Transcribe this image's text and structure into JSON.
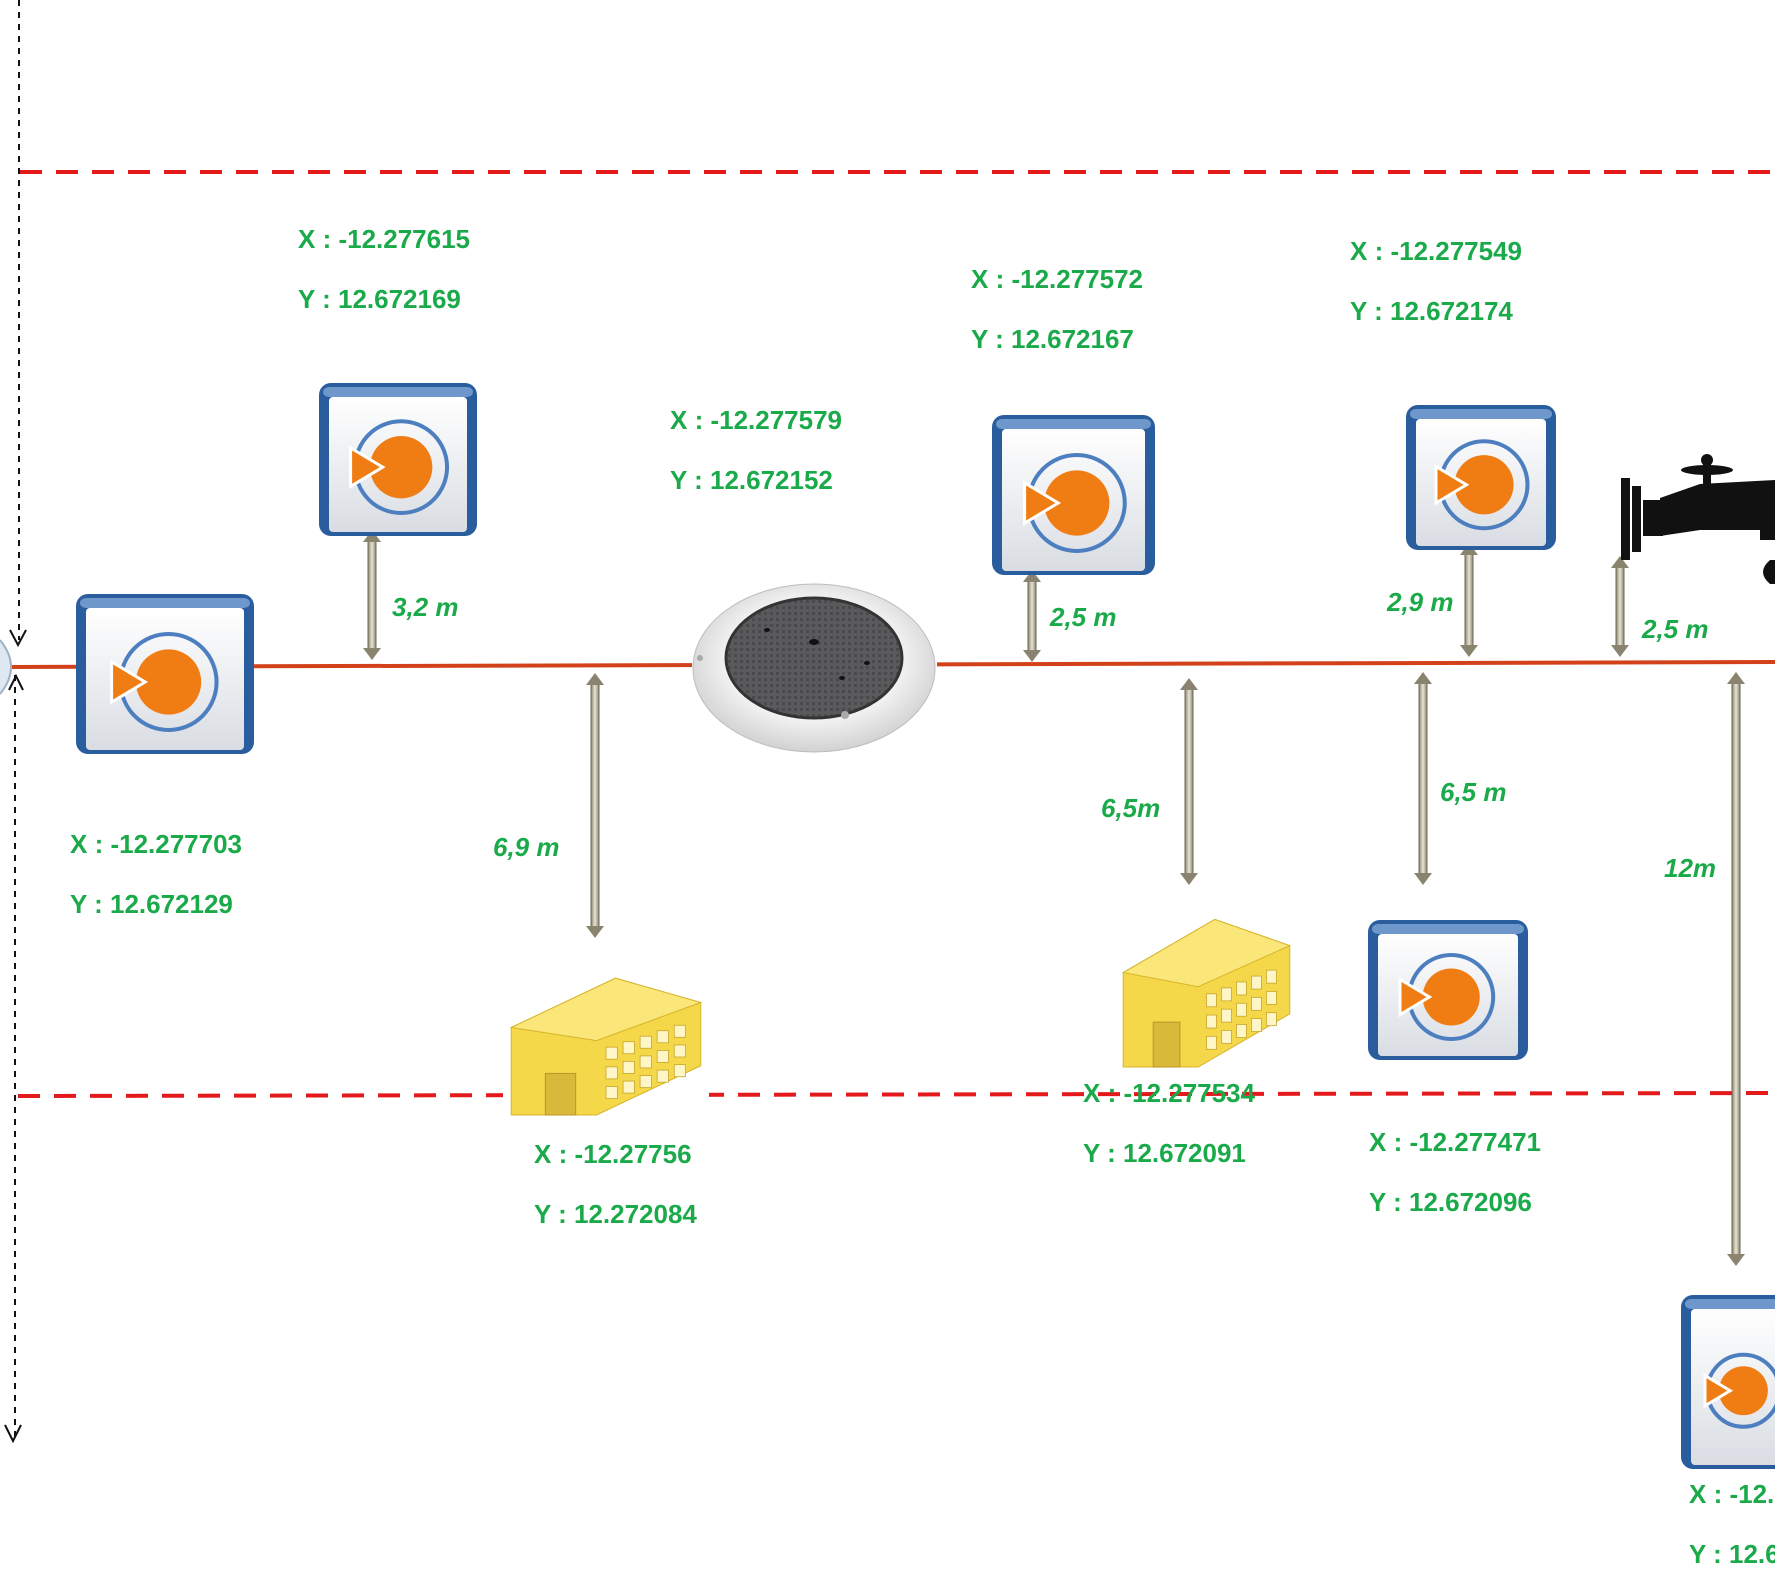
{
  "colors": {
    "pipe": "#d2411a",
    "boundary": "#e3191b",
    "label": "#1aaa4a",
    "icon_frame": "#2a5d9e",
    "icon_orange": "#f07d14",
    "building": "#f5d84a"
  },
  "icons": {
    "meter": "meter-icon",
    "manhole": "manhole-cover-icon",
    "building": "building-icon",
    "tap": "water-tap-icon"
  },
  "points": {
    "meter_left": {
      "x": "X : -12.277703",
      "y": "Y : 12.672129"
    },
    "meter_2": {
      "x": "X : -12.277615",
      "y": "Y : 12.672169"
    },
    "manhole": {
      "x": "X : -12.277579",
      "y": "Y : 12.672152"
    },
    "meter_3": {
      "x": "X : -12.277572",
      "y": "Y : 12.672167"
    },
    "meter_4": {
      "x": "X : -12.277549",
      "y": "Y : 12.672174"
    },
    "building_1": {
      "x": "X : -12.27756",
      "y": "Y : 12.272084"
    },
    "building_2": {
      "x": "X : -12.277534",
      "y": "Y : 12.672091"
    },
    "meter_5": {
      "x": "X : -12.277471",
      "y": "Y : 12.672096"
    },
    "meter_6": {
      "x": "X : -12.",
      "y": "Y : 12.6"
    }
  },
  "distances": {
    "d_meter_2": "3,2 m",
    "d_building_1": "6,9 m",
    "d_meter_3": "2,5 m",
    "d_building_2": "6,5m",
    "d_meter_4": "2,9 m",
    "d_meter_5": "6,5 m",
    "d_tap": "2,5 m",
    "d_meter_6": "12m"
  }
}
